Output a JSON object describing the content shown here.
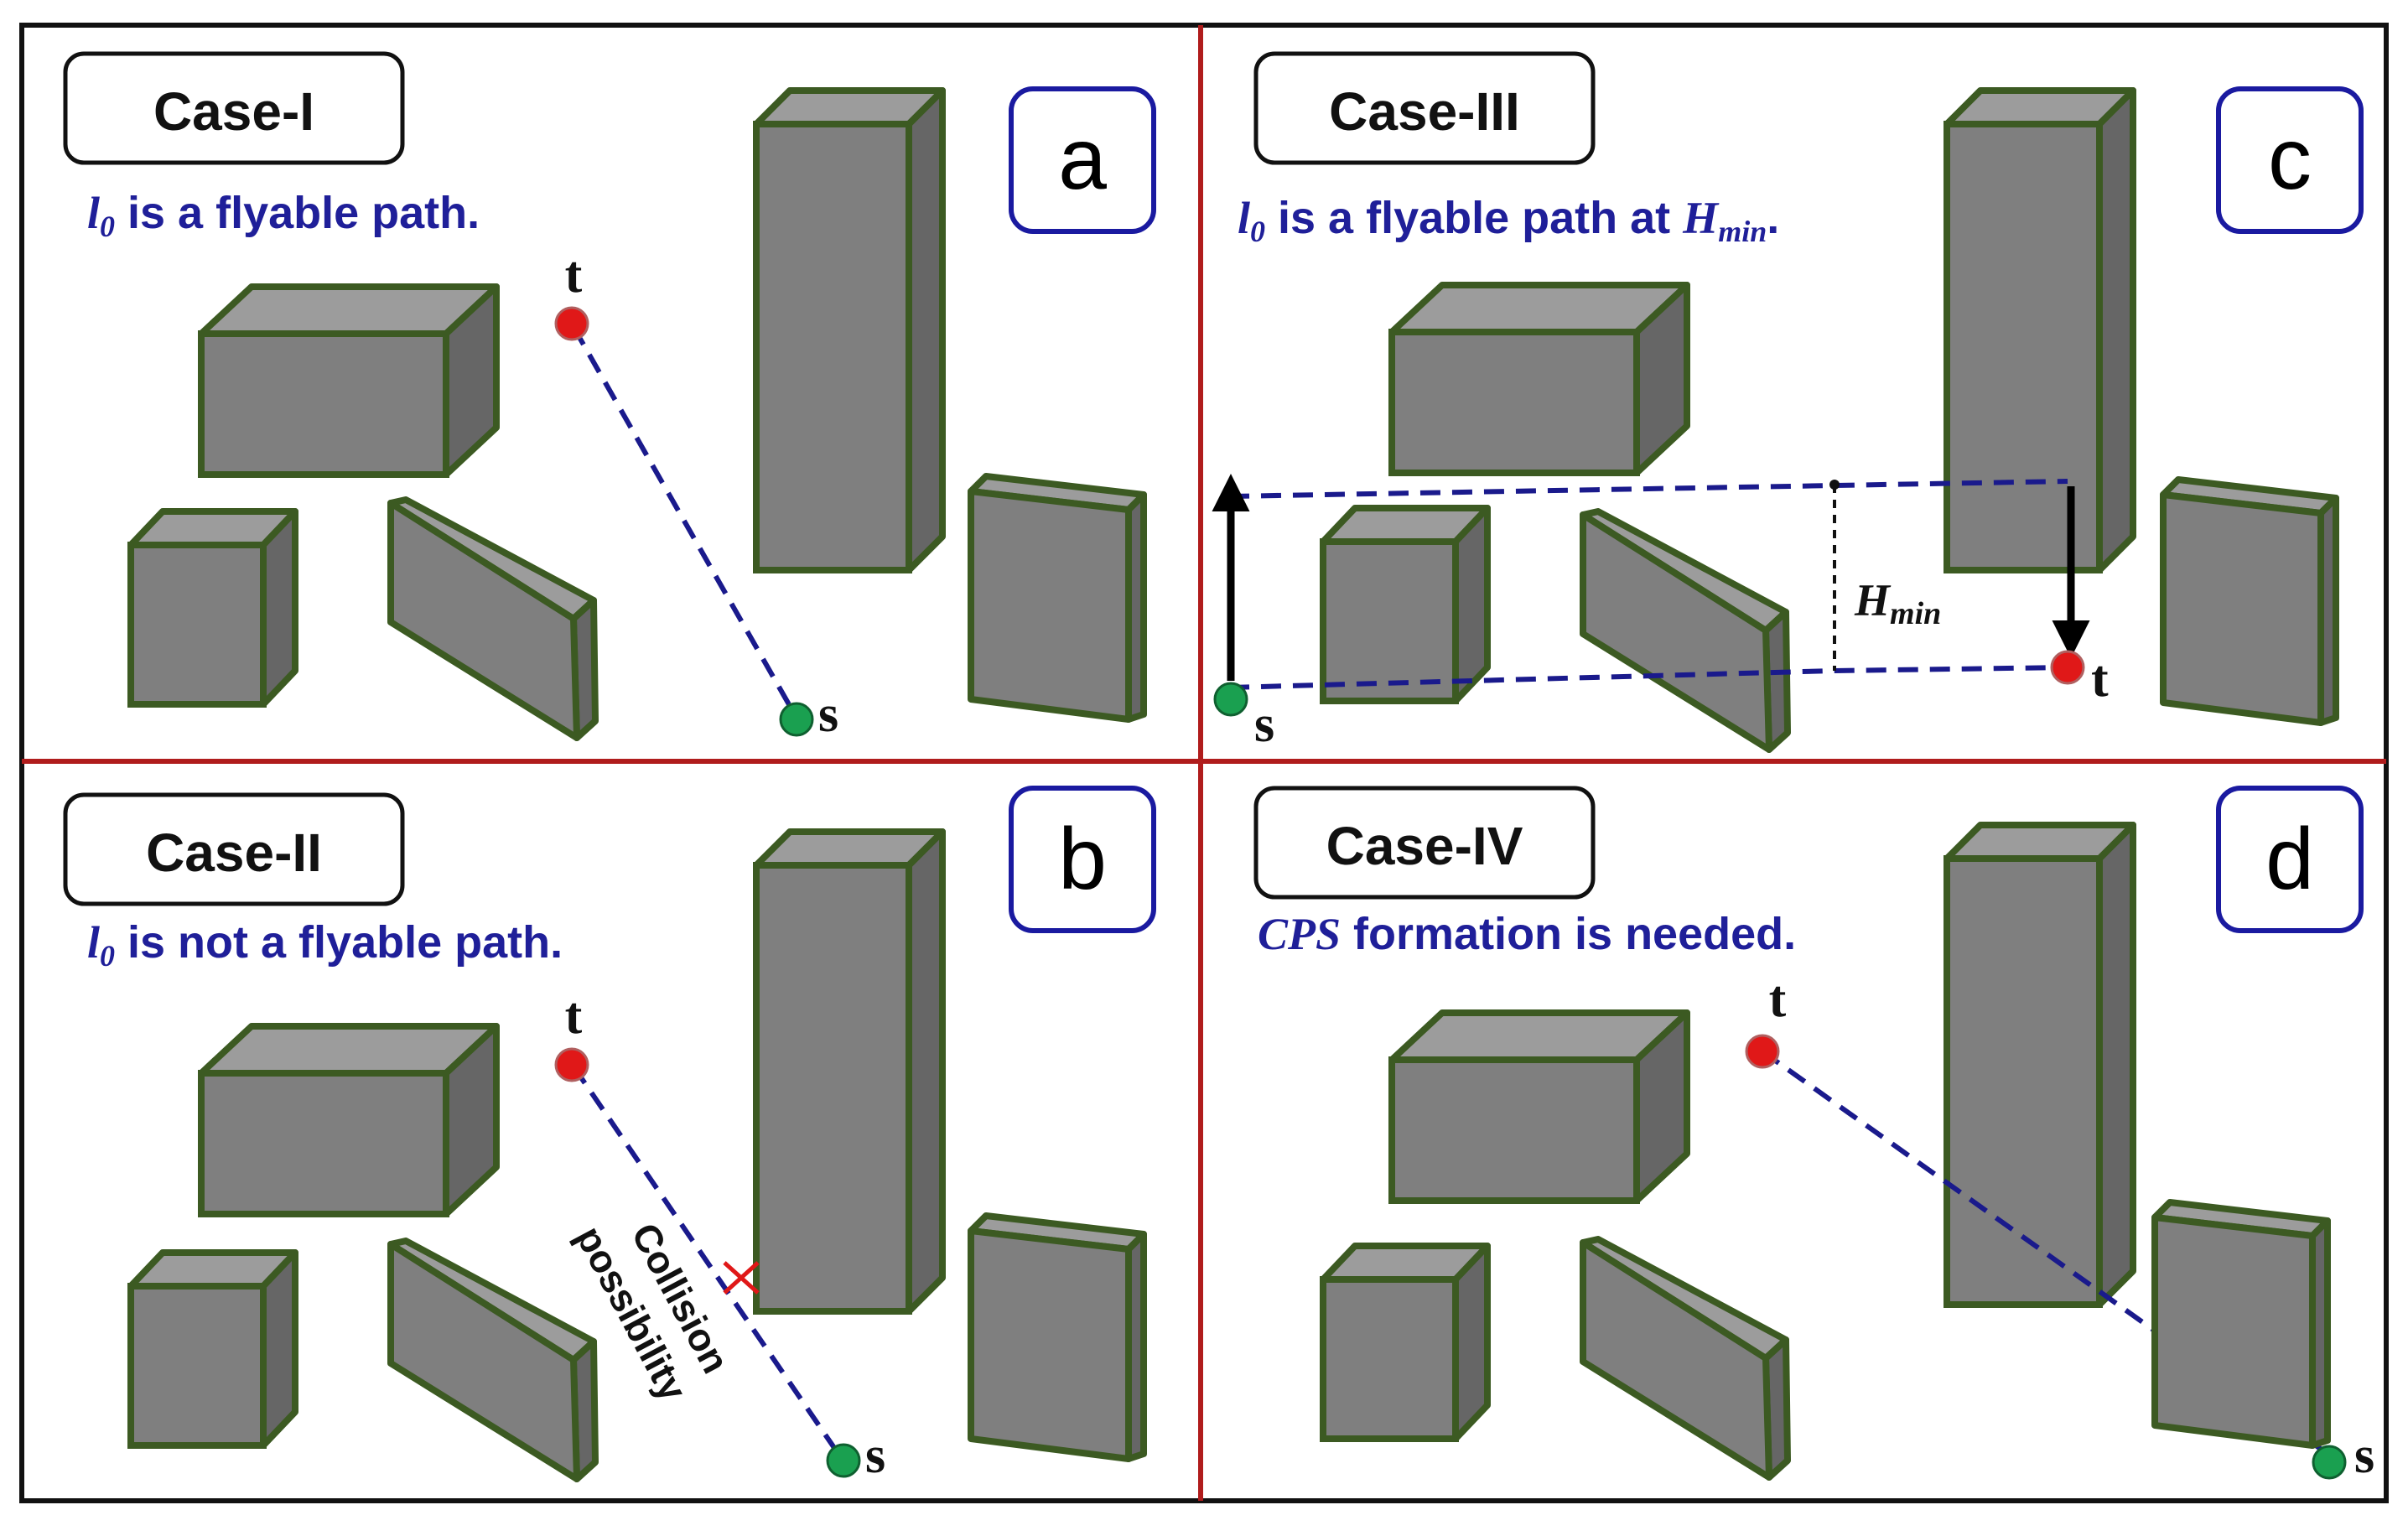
{
  "colors": {
    "frame": "#111111",
    "divider": "#b01c1c",
    "box_front": "#7f7f7f",
    "box_top": "#9c9c9c",
    "box_side": "#666666",
    "box_edge": "#3c5a22",
    "path": "#1a1a8c",
    "source_node": "#1aa050",
    "target_node": "#e01818",
    "letter_box": "#1a1aa0",
    "caption_text": "#1f1f99",
    "collision_mark": "#e01818"
  },
  "panels": {
    "a": {
      "case_label": "Case-I",
      "letter": "a",
      "caption_math": "l",
      "caption_sub": "0",
      "caption_text": " is a flyable path."
    },
    "b": {
      "case_label": "Case-II",
      "letter": "b",
      "caption_math": "l",
      "caption_sub": "0",
      "caption_text": " is not a flyable path.",
      "collision_line1": "Collision",
      "collision_line2": "possibility"
    },
    "c": {
      "case_label": "Case-III",
      "letter": "c",
      "caption_math": "l",
      "caption_sub": "0",
      "caption_text": " is a flyable path at ",
      "caption_math2": "H",
      "caption_sub2": "min",
      "caption_end": ".",
      "hmin_main": "H",
      "hmin_sub": "min"
    },
    "d": {
      "case_label": "Case-IV",
      "letter": "d",
      "caption_math": "CPS",
      "caption_text": " formation is needed."
    }
  },
  "nodes": {
    "source_label": "s",
    "target_label": "t"
  },
  "icons": {
    "collision": "x-mark-icon",
    "arrow": "arrow-icon"
  }
}
